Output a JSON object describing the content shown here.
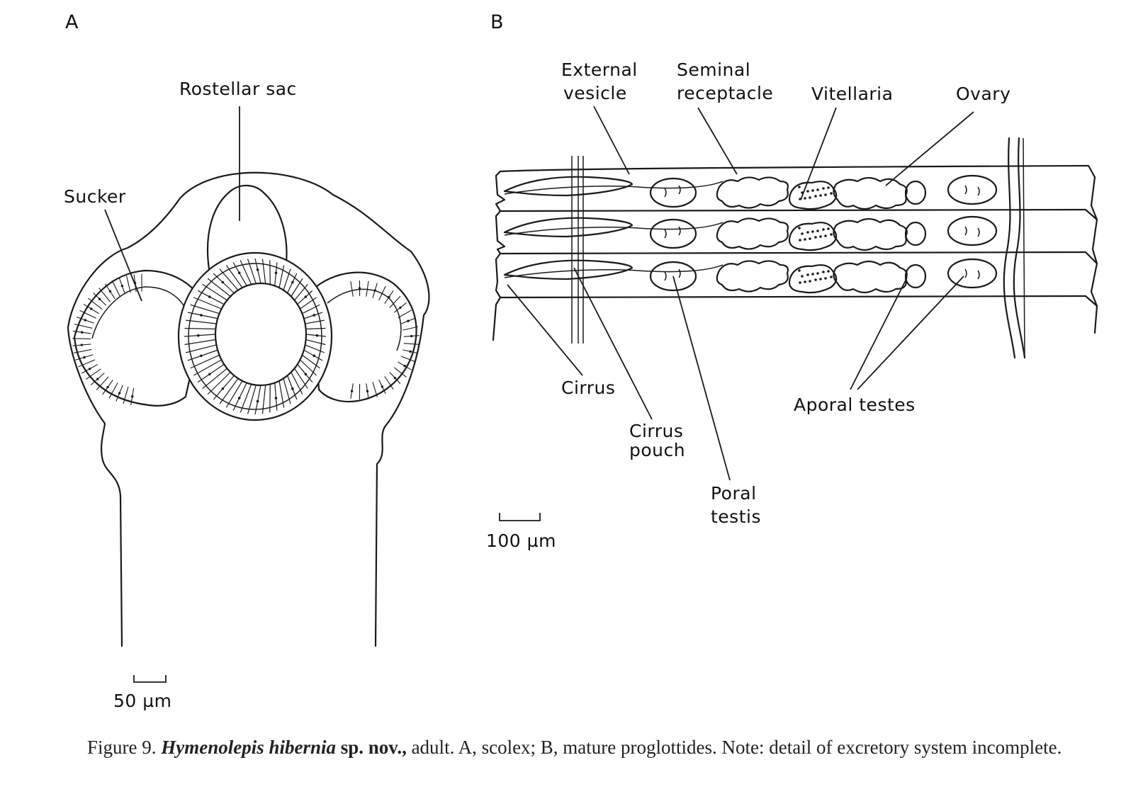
{
  "panels": {
    "a": "A",
    "b": "B"
  },
  "labels_a": {
    "rostellar_sac": "Rostellar sac",
    "sucker": "Sucker"
  },
  "labels_b": {
    "external_vesicle_1": "External",
    "external_vesicle_2": "vesicle",
    "seminal_receptacle_1": "Seminal",
    "seminal_receptacle_2": "receptacle",
    "vitellaria": "Vitellaria",
    "ovary": "Ovary",
    "cirrus": "Cirrus",
    "cirrus_pouch_1": "Cirrus",
    "cirrus_pouch_2": "pouch",
    "poral_testis_1": "Poral",
    "poral_testis_2": "testis",
    "aporal_testes": "Aporal testes"
  },
  "scales": {
    "a": "50 µm",
    "b": "100 µm"
  },
  "caption": {
    "figure": "Figure 9.",
    "species": "Hymenolepis hibernia",
    "sp": "sp. nov.,",
    "rest": "adult. A, scolex; B, mature proglottides. Note: detail of excretory system incomplete."
  }
}
